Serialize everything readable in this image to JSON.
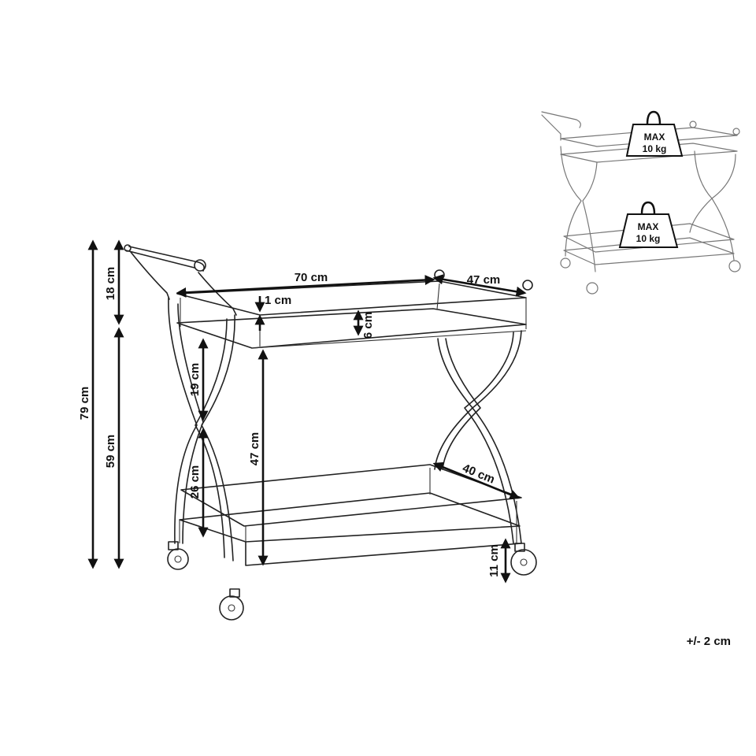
{
  "dimensions": {
    "total_height": "79 cm",
    "lower_height": "59 cm",
    "top_rail": "18 cm",
    "width": "70 cm",
    "depth_top": "47 cm",
    "rim_top": "1 cm",
    "shelf_gap_top": "6 cm",
    "upper_cross": "19 cm",
    "lower_cross": "26 cm",
    "shelf_clearance": "47 cm",
    "depth_bottom": "40 cm",
    "ground_clearance": "11 cm"
  },
  "load": {
    "top_label": "MAX",
    "top_value": "10 kg",
    "bottom_label": "MAX",
    "bottom_value": "10 kg"
  },
  "tolerance": "+/- 2 cm"
}
